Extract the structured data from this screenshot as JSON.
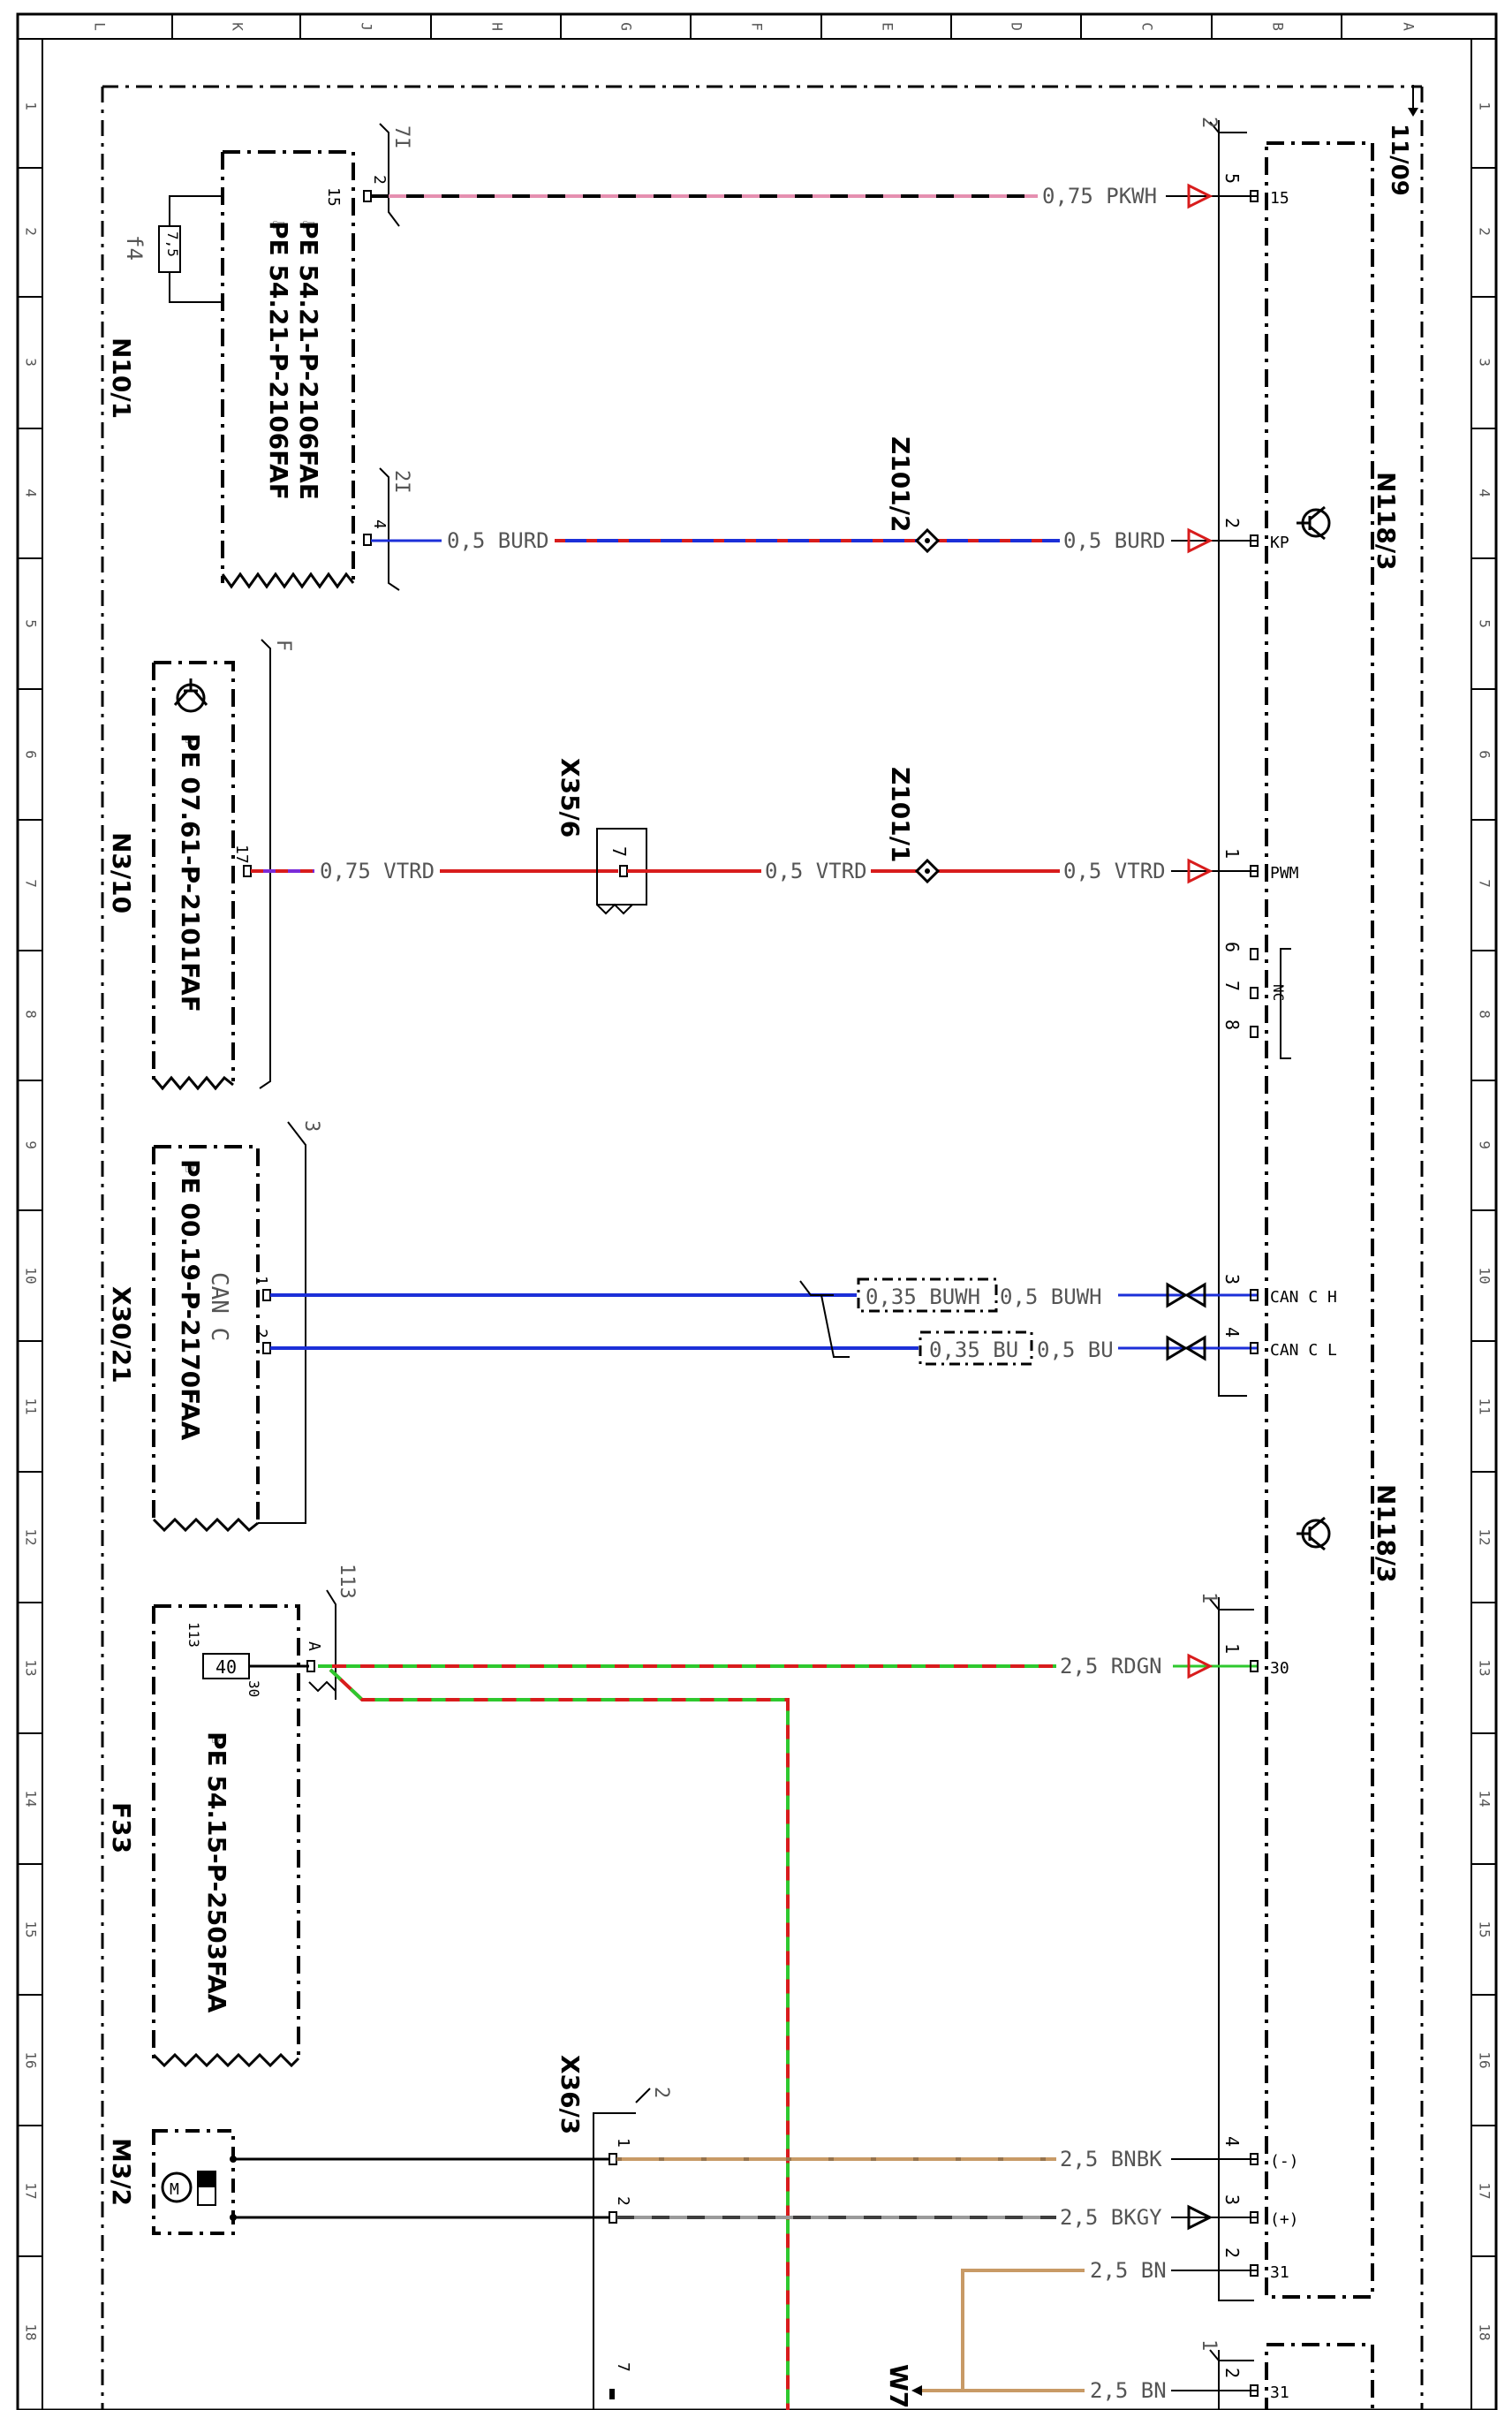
{
  "colors": {
    "black": "#000000",
    "pink": "#e58fb0",
    "blue": "#1c2fd8",
    "red": "#d81c1c",
    "violet": "#7a2bd8",
    "green": "#2ec82e",
    "brown": "#c89a66",
    "gray": "#9a9a9a"
  },
  "frame": {
    "columns": [
      "L",
      "K",
      "J",
      "H",
      "G",
      "F",
      "E",
      "D",
      "C",
      "B",
      "A"
    ],
    "rows": [
      "1",
      "2",
      "3",
      "4",
      "5",
      "6",
      "7",
      "8",
      "9",
      "10",
      "11",
      "12",
      "13",
      "14",
      "15",
      "16",
      "17",
      "18"
    ]
  },
  "page_ref": "11/09",
  "components": {
    "n10_1": {
      "id": "N10/1",
      "pe1": "PE 54.21-P-2106FAE",
      "pe2": "PE 54.21-P-2106FAF",
      "connector": "7I",
      "connector2": "2I",
      "fuse": "f4",
      "fuse_value": "7,5",
      "pin_15": "15",
      "pin_2": "2",
      "pin_4": "4"
    },
    "n3_10": {
      "id": "N3/10",
      "pe": "PE 07.61-P-2101FAF",
      "connector": "F",
      "pin": "17"
    },
    "x30_21": {
      "id": "X30/21",
      "pe": "PE 00.19-P-2170FAA",
      "bus": "CAN C",
      "connector": "3",
      "pin1": "1",
      "pin2": "2"
    },
    "f33": {
      "id": "F33",
      "pe": "PE 54.15-P-2503FAA",
      "connector": "113",
      "fuse_value": "40",
      "pin_in": "113",
      "pin_out": "30",
      "pin_a": "A"
    },
    "m3_2": {
      "id": "M3/2"
    },
    "x35_6": {
      "id": "X35/6",
      "pin": "7"
    },
    "x36_3": {
      "id": "X36/3",
      "connector": "2",
      "pin1": "1",
      "pin2": "2",
      "pin7": "7"
    },
    "z101_2": {
      "id": "Z101/2"
    },
    "z101_1": {
      "id": "Z101/1"
    },
    "n118_3": {
      "id": "N118/3",
      "id2": "N118/3",
      "connector_top": "2",
      "connector_bottom": "1",
      "connector_last": "1"
    },
    "w7": {
      "id": "W7"
    }
  },
  "wires": {
    "w15": {
      "label": "0,75 PKWH",
      "pin": "5",
      "terminal": "15"
    },
    "wkp": {
      "label_left": "0,5 BURD",
      "label_right": "0,5 BURD",
      "pin": "2",
      "terminal": "KP"
    },
    "wpwm": {
      "label_left": "0,75 VTRD",
      "label_mid": "0,5 VTRD",
      "label_right": "0,5 VTRD",
      "pin": "1",
      "terminal": "PWM"
    },
    "nc": {
      "pins": [
        "6",
        "7",
        "8"
      ],
      "label": "NC"
    },
    "canh": {
      "box": "0,35 BUWH",
      "label": "0,5 BUWH",
      "pin": "3",
      "terminal": "CAN C H"
    },
    "canl": {
      "box": "0,35 BU",
      "label": "0,5 BU",
      "pin": "4",
      "terminal": "CAN C L"
    },
    "w30": {
      "label": "2,5 RDGN",
      "pin": "1",
      "terminal": "30"
    },
    "wminus": {
      "label": "2,5 BNBK",
      "pin": "4",
      "terminal": "(-)"
    },
    "wplus": {
      "label": "2,5 BKGY",
      "pin": "3",
      "terminal": "(+)"
    },
    "w31a": {
      "label": "2,5 BN",
      "pin": "2",
      "terminal": "31"
    },
    "w31b": {
      "label": "2,5 BN",
      "pin": "2",
      "terminal": "31"
    }
  }
}
